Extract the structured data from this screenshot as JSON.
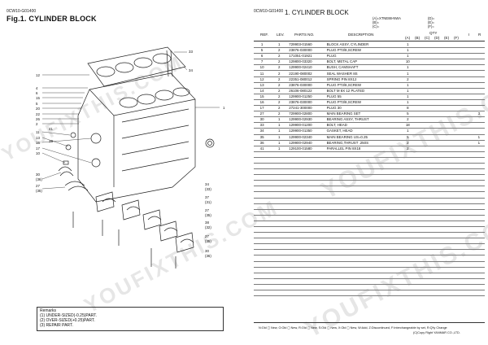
{
  "left_page": {
    "code": "0CW10-G01400",
    "title": "Fig.1.  CYLINDER BLOCK",
    "callouts": [
      "12",
      "4",
      "6",
      "15",
      "5",
      "20",
      "22",
      "26",
      "2",
      "11",
      "13",
      "16",
      "17",
      "10",
      "41",
      "38",
      "30",
      "(36)",
      "27",
      "(35)",
      "34",
      "(33)",
      "37",
      "(31)",
      "33",
      "34",
      "27",
      "(35)",
      "38",
      "(32)",
      "27",
      "(35)",
      "30",
      "(36)",
      "1"
    ],
    "remarks": {
      "heading": "Remarks",
      "lines": [
        "(1) UNDER-SIZED(-0.25)PART.",
        "(2) OVER-SIZED(+0.25)PART.",
        "(3) REPAIR PART."
      ]
    }
  },
  "right_page": {
    "code": "0CW10-G01400",
    "title": "1.  CYLINDER BLOCK",
    "model_notes": [
      "(A)=XTNE88-NWA",
      "(B)=",
      "(C)=",
      "(D)=",
      "(E)=",
      "(F)="
    ],
    "header": {
      "ref": "REF.",
      "lev": "LEV.",
      "parts_no": "PARTS NO.",
      "description": "DESCRIPTION",
      "qty": "QTY",
      "cols": [
        "(A)",
        "(B)",
        "(C)",
        "(D)",
        "(E)",
        "(F)",
        "I",
        "R"
      ]
    },
    "rows": [
      {
        "ref": "1",
        "lev": "1",
        "pn": "729903-01560",
        "desc": "BLOCK ASSY, CYLINDER",
        "qa": "1",
        "i": "",
        "r": ""
      },
      {
        "ref": "5",
        "lev": "2",
        "pn": "23876-030000",
        "desc": "PLUG PT3/8,SCREW",
        "qa": "1",
        "i": "",
        "r": ""
      },
      {
        "ref": "6",
        "lev": "2",
        "pn": "171051-01921",
        "desc": "PLUG",
        "qa": "1",
        "i": "",
        "r": ""
      },
      {
        "ref": "7",
        "lev": "2",
        "pn": "129800-03320",
        "desc": "BOLT, METAL CAP",
        "qa": "10",
        "i": "",
        "r": ""
      },
      {
        "ref": "10",
        "lev": "2",
        "pn": "129900-02410",
        "desc": "BUSH, CAMSHAFT",
        "qa": "1",
        "i": "",
        "r": ""
      },
      {
        "ref": "11",
        "lev": "2",
        "pn": "22190-080002",
        "desc": "SEAL WASHER  8S",
        "qa": "1",
        "i": "",
        "r": ""
      },
      {
        "ref": "12",
        "lev": "2",
        "pn": "22351-080012",
        "desc": "SPRING PIN 8X12",
        "qa": "2",
        "i": "",
        "r": ""
      },
      {
        "ref": "13",
        "lev": "2",
        "pn": "23876-030000",
        "desc": "PLUG PT3/8,SCREW",
        "qa": "1",
        "i": "",
        "r": ""
      },
      {
        "ref": "14",
        "lev": "2",
        "pn": "26106-080122",
        "desc": "BOLT M 8X 12 PLATED",
        "qa": "1",
        "i": "",
        "r": ""
      },
      {
        "ref": "15",
        "lev": "2",
        "pn": "129900-01250",
        "desc": "PLUG 55",
        "qa": "1",
        "i": "",
        "r": ""
      },
      {
        "ref": "16",
        "lev": "2",
        "pn": "23876-030000",
        "desc": "PLUG PT3/8,SCREW",
        "qa": "1",
        "i": "",
        "r": ""
      },
      {
        "ref": "17",
        "lev": "2",
        "pn": "27241-300000",
        "desc": "PLUG 30",
        "qa": "8",
        "i": "",
        "r": ""
      },
      {
        "ref": "27",
        "lev": "2",
        "pn": "729900-02800",
        "desc": "MAIN BEARING SET",
        "qa": "5",
        "i": "",
        "r": "3"
      },
      {
        "ref": "30",
        "lev": "1",
        "pn": "129900-02930",
        "desc": "BEARING ASSY, THRUST",
        "qa": "2",
        "i": "",
        "r": ""
      },
      {
        "ref": "33",
        "lev": "1",
        "pn": "129900-01200",
        "desc": "BOLT, HEAD",
        "qa": "18",
        "i": "",
        "r": ""
      },
      {
        "ref": "34",
        "lev": "1",
        "pn": "129900-01350",
        "desc": "GASKET, HEAD",
        "qa": "1",
        "i": "",
        "r": ""
      },
      {
        "ref": "35",
        "lev": "1",
        "pn": "129900-02340",
        "desc": "MAIN BEARING US=0.25",
        "qa": "5",
        "i": "",
        "r": "1"
      },
      {
        "ref": "36",
        "lev": "1",
        "pn": "129900-02940",
        "desc": "BEARING,THRUST .250S",
        "qa": "2",
        "i": "",
        "r": "1"
      },
      {
        "ref": "41",
        "lev": "1",
        "pn": "129100-01580",
        "desc": "PARALLEL PIN 8X18",
        "qa": "2",
        "i": "",
        "r": ""
      }
    ],
    "blank_row_count": 25,
    "footer": "N:Old ◻ New, O:Old ◻ New, R:Old ◻ New, S:Old ◻ New, X:Old ◻ New, W:Add, Z:Discontinued, F:Interchangeable by set, R:Q'ty Change",
    "copyright": "(C)Copy Right YANMAR CO.,LTD."
  },
  "watermark": "YOUFIXTHIS.COM"
}
